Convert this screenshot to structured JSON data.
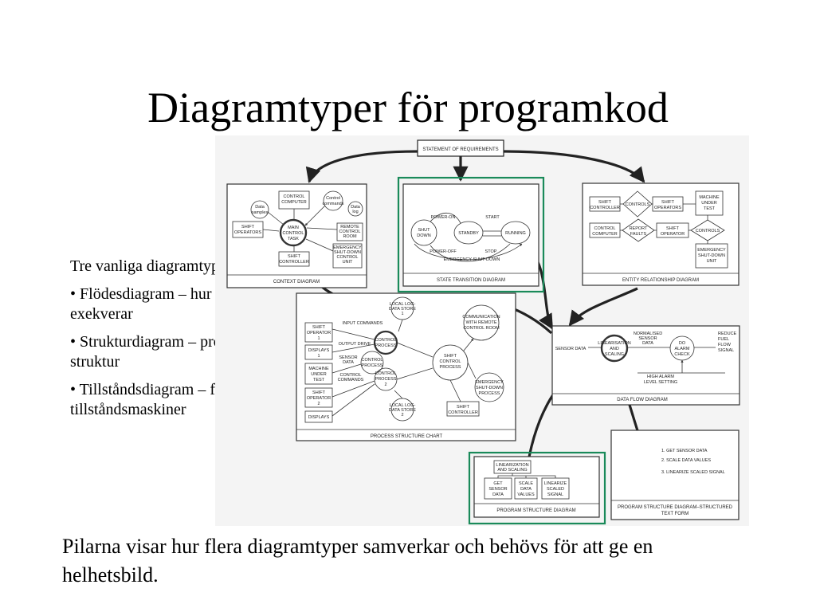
{
  "slide": {
    "title": "Diagramtyper för programkod",
    "intro": "Tre vanliga diagramtyper:",
    "bullets": [
      {
        "marker": "•",
        "text": "Flödesdiagram – hur processorn exekverar"
      },
      {
        "marker": "•",
        "text": "Strukturdiagram – programmets struktur"
      },
      {
        "marker": "•",
        "text": "Tillståndsdiagram – för tillståndsmaskiner"
      }
    ],
    "footer": "Pilarna visar hur flera diagramtyper samverkar och behövs för att ge en helhetsbild."
  },
  "colors": {
    "highlight": "#1a8a5a",
    "ink": "#2a2a2a",
    "paper": "#f4f4f4"
  },
  "diagram": {
    "requirements": "STATEMENT OF REQUIREMENTS",
    "context": {
      "caption": "CONTEXT DIAGRAM",
      "labels": [
        "CONTROL",
        "COMPUTER",
        "Data",
        "samples",
        "Control",
        "commands",
        "Data",
        "log",
        "SHIFT",
        "OPERATORS",
        "MAIN",
        "CONTROL",
        "TASK",
        "REMOTE",
        "CONTROL",
        "ROOM",
        "EMERGENCY",
        "SHUT-DOWN",
        "CONTROL",
        "UNIT",
        "SHIFT",
        "CONTROLLER"
      ]
    },
    "state": {
      "caption": "STATE TRANSITION DIAGRAM",
      "labels": [
        "SHUT",
        "DOWN",
        "STANDBY",
        "RUNNING",
        "POWER-ON",
        "START",
        "POWER-OFF",
        "STOP",
        "EMERGENCY SHUT-DOWN"
      ]
    },
    "entity": {
      "caption": "ENTITY RELATIONSHIP DIAGRAM",
      "labels": [
        "SHIFT",
        "CONTROLLER",
        "CONTROLS",
        "SHIFT",
        "OPERATORS",
        "MACHINE",
        "UNDER",
        "TEST",
        "CONTROL",
        "COMPUTER",
        "REPORT",
        "FAULTS",
        "SHIFT",
        "OPERATOR",
        "CONTROLS",
        "EMERGENCY",
        "SHUT-DOWN",
        "UNIT"
      ]
    },
    "process": {
      "caption": "PROCESS STRUCTURE CHART",
      "labels": [
        "LOCAL LOG-",
        "DATA STORE",
        "1",
        "INPUT COMMANDS",
        "COMMUNICATION",
        "WITH REMOTE",
        "CONTROL ROOM",
        "SHIFT",
        "OPERATOR",
        "1",
        "CONTROL",
        "PROCESS",
        "OUTPUT DRIVE",
        "DISPLAYS",
        "1",
        "SENSOR",
        "DATA",
        "CONTROL",
        "PROCESS",
        "SHIFT",
        "CONTROL",
        "PROCESS",
        "MACHINE",
        "UNDER",
        "TEST",
        "CONTROL",
        "COMMANDS",
        "CONTROL",
        "PROCESS",
        "2",
        "EMERGENCY",
        "SHUT-DOWN",
        "PROCESS",
        "SHIFT",
        "OPERATOR",
        "2",
        "LOCAL LOG-",
        "DATA STORE",
        "2",
        "SHIFT",
        "CONTROLLER",
        "DISPLAYS"
      ]
    },
    "dataflow": {
      "caption": "DATA FLOW DIAGRAM",
      "labels": [
        "NORMALISED",
        "SENSOR",
        "DATA",
        "DO",
        "ALARM",
        "CHECK",
        "REDUCE",
        "FUEL",
        "FLOW",
        "SIGNAL",
        "SENSOR DATA",
        "LINEARISATION",
        "AND",
        "SCALING",
        "HIGH ALARM",
        "LEVEL SETTING"
      ]
    },
    "program": {
      "caption": "PROGRAM STRUCTURE DIAGRAM",
      "labels": [
        "LINEARIZATION",
        "AND SCALING",
        "GET",
        "SENSOR",
        "DATA",
        "SCALE",
        "DATA",
        "VALUES",
        "LINEARIZE",
        "SCALED",
        "SIGNAL"
      ]
    },
    "textform": {
      "caption": [
        "PROGRAM STRUCTURE DIAGRAM–STRUCTURED",
        "TEXT FORM"
      ],
      "lines": [
        "1.  GET SENSOR DATA",
        "2.  SCALE DATA VALUES",
        "3.  LINEARIZE SCALED SIGNAL"
      ]
    }
  }
}
